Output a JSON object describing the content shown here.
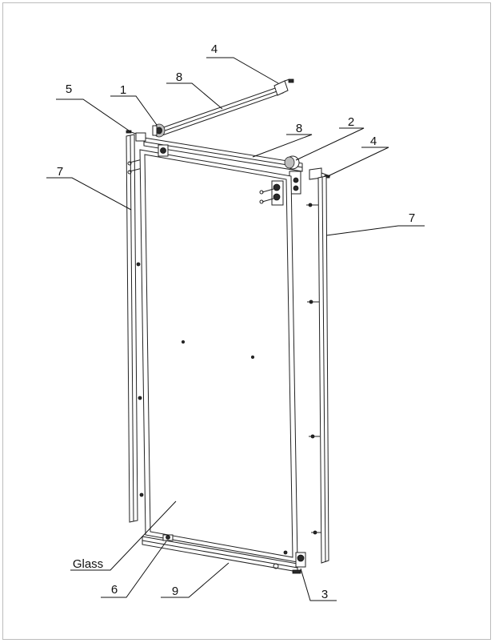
{
  "callouts": {
    "c4_top": "4",
    "c8_top": "8",
    "c5": "5",
    "c1": "1",
    "c8_mid": "8",
    "c2": "2",
    "c4_right": "4",
    "c7_left": "7",
    "c7_right": "7",
    "glass": "Glass",
    "c6": "6",
    "c9": "9",
    "c3": "3"
  }
}
